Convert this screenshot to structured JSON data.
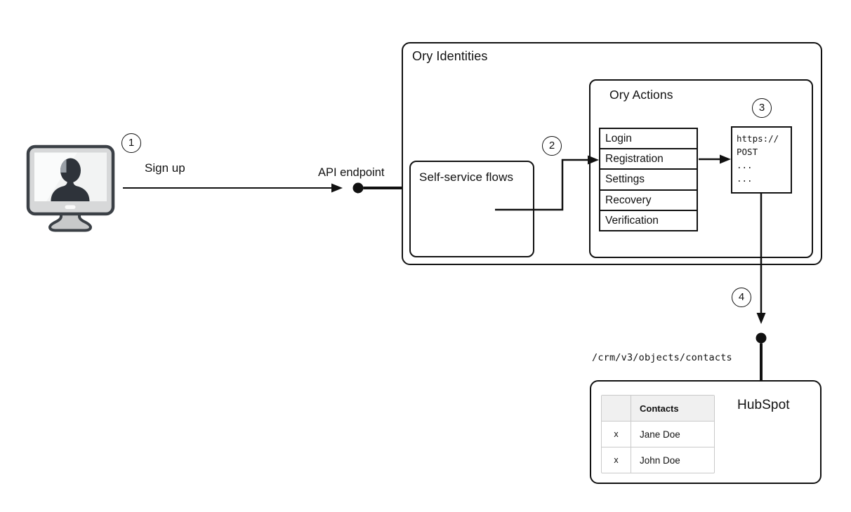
{
  "diagram": {
    "steps": {
      "s1": "1",
      "s2": "2",
      "s3": "3",
      "s4": "4"
    },
    "signup_label": "Sign up",
    "api_endpoint_label": "API endpoint",
    "ory_identities": {
      "title": "Ory Identities",
      "self_service_flows": {
        "label": "Self-service flows"
      },
      "ory_actions": {
        "title": "Ory Actions",
        "flows": [
          "Login",
          "Registration",
          "Settings",
          "Recovery",
          "Verification"
        ],
        "webhook": {
          "lines": [
            "https://",
            "POST",
            "...",
            "..."
          ]
        }
      }
    },
    "crm_path": "/crm/v3/objects/contacts",
    "hubspot": {
      "title": "HubSpot",
      "contacts_table": {
        "header": "Contacts",
        "rows": [
          [
            "x",
            "Jane Doe"
          ],
          [
            "x",
            "John Doe"
          ]
        ]
      }
    },
    "colors": {
      "stroke": "#111111",
      "table_border": "#c9c9c9",
      "table_header_bg": "#f0f0f0",
      "icon_dark": "#2e333a",
      "icon_frame": "#3b4046"
    }
  }
}
